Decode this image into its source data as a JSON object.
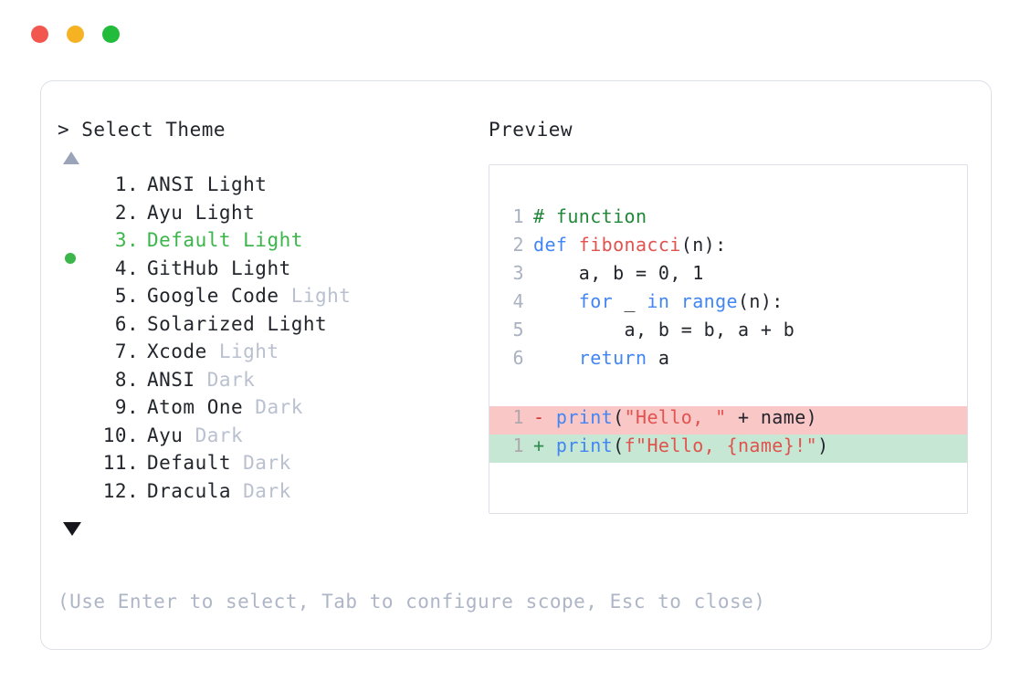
{
  "window": {
    "traffic_lights": [
      {
        "name": "close",
        "color": "#f2574f"
      },
      {
        "name": "minimize",
        "color": "#f5b324"
      },
      {
        "name": "maximize",
        "color": "#22bb3b"
      }
    ]
  },
  "prompt": {
    "header": "> Select Theme",
    "scroll_up_icon": "triangle-up-icon",
    "scroll_down_icon": "triangle-down-icon"
  },
  "themes": [
    {
      "index": "1.",
      "name": "ANSI",
      "suffix": "Light",
      "dim_suffix": false,
      "selected": false
    },
    {
      "index": "2.",
      "name": "Ayu",
      "suffix": "Light",
      "dim_suffix": false,
      "selected": false
    },
    {
      "index": "3.",
      "name": "Default",
      "suffix": "Light",
      "dim_suffix": false,
      "selected": true
    },
    {
      "index": "4.",
      "name": "GitHub",
      "suffix": "Light",
      "dim_suffix": false,
      "selected": false
    },
    {
      "index": "5.",
      "name": "Google Code",
      "suffix": "Light",
      "dim_suffix": true,
      "selected": false
    },
    {
      "index": "6.",
      "name": "Solarized",
      "suffix": "Light",
      "dim_suffix": false,
      "selected": false
    },
    {
      "index": "7.",
      "name": "Xcode",
      "suffix": "Light",
      "dim_suffix": true,
      "selected": false
    },
    {
      "index": "8.",
      "name": "ANSI",
      "suffix": "Dark",
      "dim_suffix": true,
      "selected": false
    },
    {
      "index": "9.",
      "name": "Atom One",
      "suffix": "Dark",
      "dim_suffix": true,
      "selected": false
    },
    {
      "index": "10.",
      "name": "Ayu",
      "suffix": "Dark",
      "dim_suffix": true,
      "selected": false
    },
    {
      "index": "11.",
      "name": "Default",
      "suffix": "Dark",
      "dim_suffix": true,
      "selected": false
    },
    {
      "index": "12.",
      "name": "Dracula",
      "suffix": "Dark",
      "dim_suffix": true,
      "selected": false
    }
  ],
  "hint": "(Use Enter to select, Tab to configure scope, Esc to close)",
  "preview": {
    "header": "Preview",
    "code_lines": [
      {
        "ln": "1",
        "tokens": [
          {
            "t": "# function",
            "c": "comment"
          }
        ]
      },
      {
        "ln": "2",
        "tokens": [
          {
            "t": "def ",
            "c": "kw"
          },
          {
            "t": "fibonacci",
            "c": "fn"
          },
          {
            "t": "(n):",
            "c": "plain"
          }
        ]
      },
      {
        "ln": "3",
        "tokens": [
          {
            "t": "    a, b = ",
            "c": "plain"
          },
          {
            "t": "0",
            "c": "num"
          },
          {
            "t": ", ",
            "c": "plain"
          },
          {
            "t": "1",
            "c": "num"
          }
        ]
      },
      {
        "ln": "4",
        "tokens": [
          {
            "t": "    ",
            "c": "plain"
          },
          {
            "t": "for",
            "c": "kw"
          },
          {
            "t": " _ ",
            "c": "plain"
          },
          {
            "t": "in",
            "c": "kw"
          },
          {
            "t": " ",
            "c": "plain"
          },
          {
            "t": "range",
            "c": "kw"
          },
          {
            "t": "(n):",
            "c": "plain"
          }
        ]
      },
      {
        "ln": "5",
        "tokens": [
          {
            "t": "        a, b = b, a + b",
            "c": "plain"
          }
        ]
      },
      {
        "ln": "6",
        "tokens": [
          {
            "t": "    ",
            "c": "plain"
          },
          {
            "t": "return",
            "c": "kw"
          },
          {
            "t": " a",
            "c": "plain"
          }
        ]
      }
    ],
    "diff_lines": [
      {
        "ln": "1",
        "kind": "del",
        "sign": "-",
        "tokens": [
          {
            "t": "print",
            "c": "kw"
          },
          {
            "t": "(",
            "c": "plain"
          },
          {
            "t": "\"Hello, \"",
            "c": "str"
          },
          {
            "t": " + name)",
            "c": "plain"
          }
        ]
      },
      {
        "ln": "1",
        "kind": "add",
        "sign": "+",
        "tokens": [
          {
            "t": "print",
            "c": "kw"
          },
          {
            "t": "(",
            "c": "plain"
          },
          {
            "t": "f\"Hello, {name}!\"",
            "c": "str"
          },
          {
            "t": ")",
            "c": "plain"
          }
        ]
      }
    ]
  },
  "colors": {
    "selected_green": "#3cb54a",
    "dim_text": "#b9c0cf",
    "diff_del_bg": "#fac7c7",
    "diff_add_bg": "#c6e7d3",
    "syntax_comment": "#218739",
    "syntax_keyword": "#4285f4",
    "syntax_function": "#e0534f",
    "syntax_string": "#e0534f"
  }
}
